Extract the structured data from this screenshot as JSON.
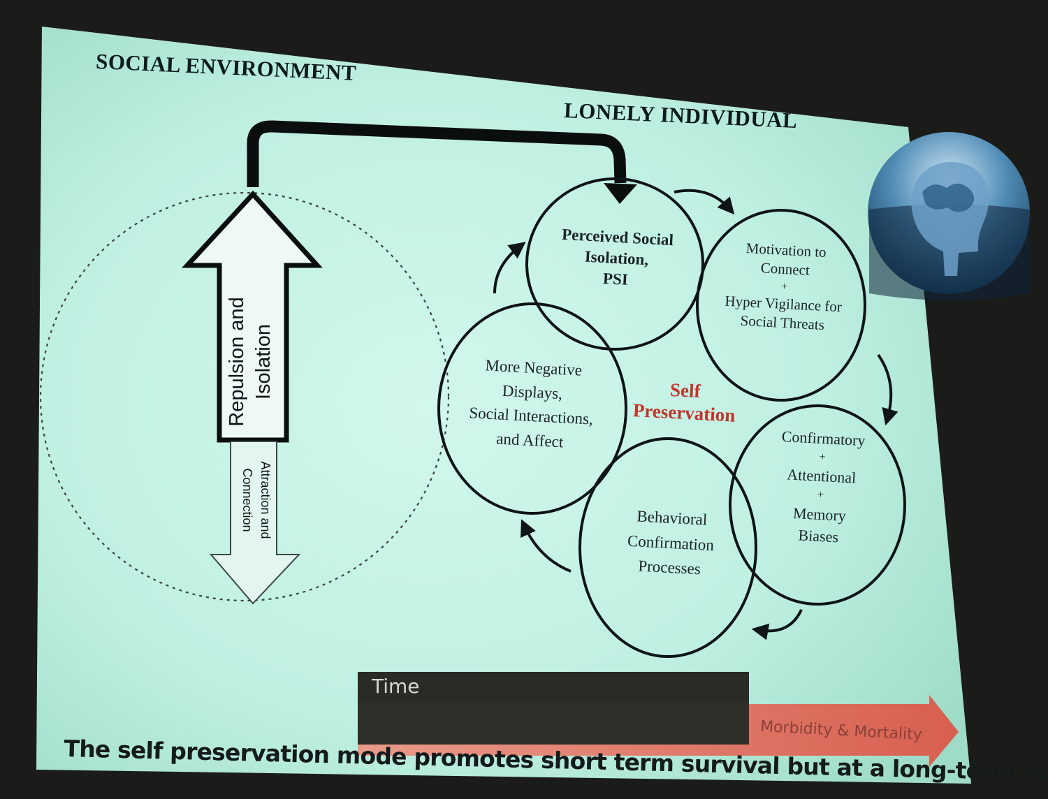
{
  "slide": {
    "social_environment_title": "SOCIAL ENVIRONMENT",
    "lonely_individual_title": "LONELY INDIVIDUAL",
    "up_arrow_label": [
      "Repulsion and",
      "Isolation"
    ],
    "down_arrow_label": [
      "Attraction and",
      "Connection"
    ],
    "center_label": [
      "Self",
      "Preservation"
    ],
    "cycle_nodes": [
      {
        "id": "psi",
        "lines": [
          "Perceived Social",
          "Isolation,",
          "PSI"
        ]
      },
      {
        "id": "motivation",
        "lines": [
          "Motivation to",
          "Connect",
          "+",
          "Hyper Vigilance for",
          "Social Threats"
        ]
      },
      {
        "id": "biases",
        "lines": [
          "Confirmatory",
          "+",
          "Attentional",
          "+",
          "Memory",
          "Biases"
        ]
      },
      {
        "id": "behavioral",
        "lines": [
          "Behavioral",
          "Confirmation",
          "Processes"
        ]
      },
      {
        "id": "negative",
        "lines": [
          "More Negative",
          "Displays,",
          "Social Interactions,",
          "and Affect"
        ]
      }
    ],
    "time_label": "Time",
    "outcome_label": "Morbidity & Mortality",
    "caption": "The self preservation mode promotes short term survival but at a long-term cost"
  },
  "colors": {
    "slide_background": "#bff0e2",
    "accent_red": "#c0362c",
    "time_bar": "#2a2b26",
    "outcome_arrow": "#c8675a"
  },
  "icons": {
    "corner_image": "brain-head-iceberg-icon"
  }
}
